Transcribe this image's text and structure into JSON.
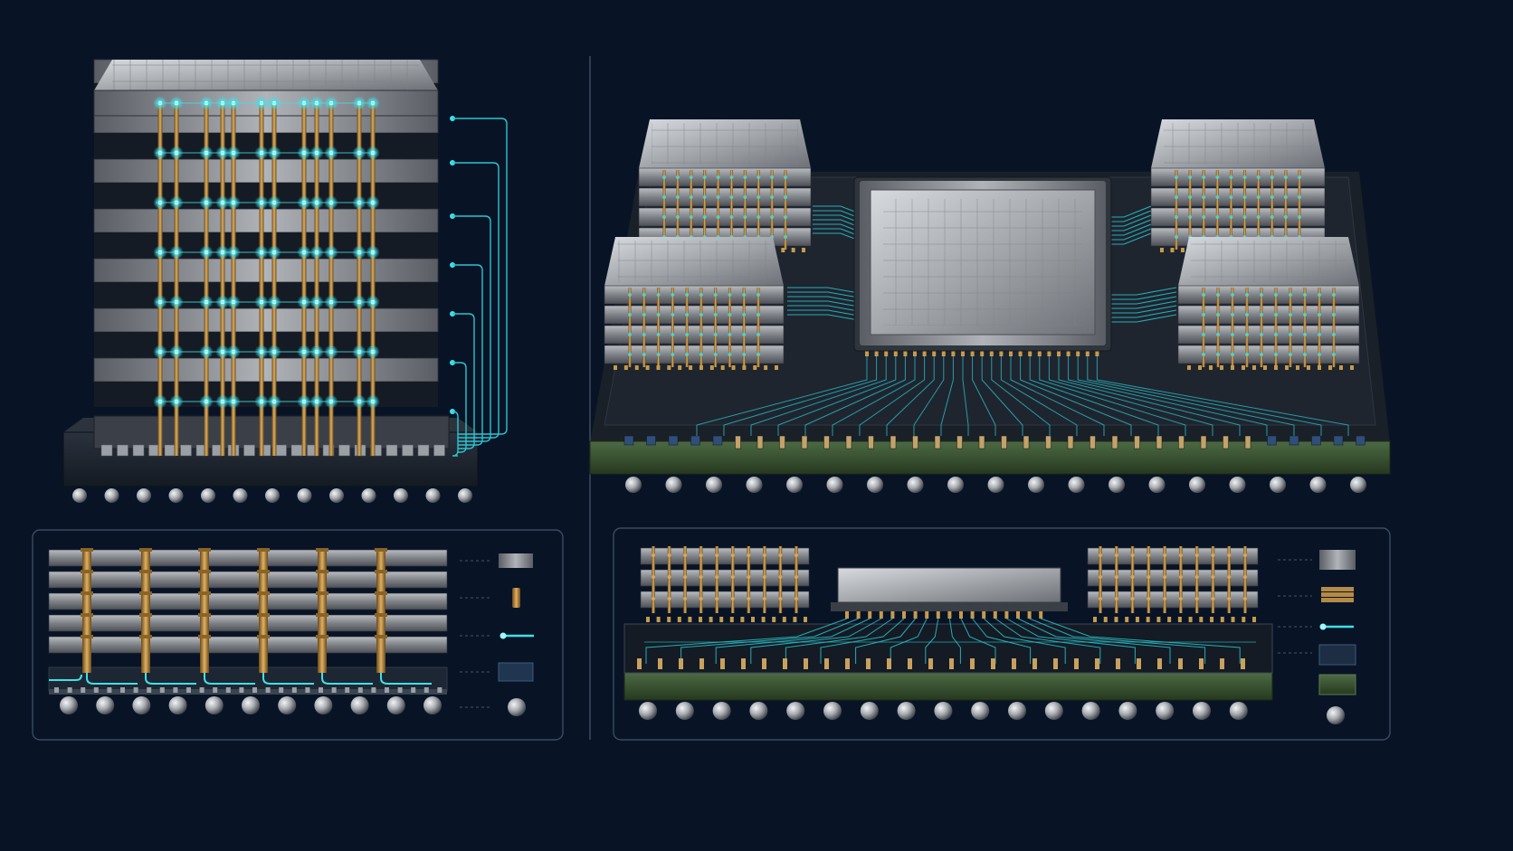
{
  "colors": {
    "background": "#081426",
    "panel_border": "#3a4a60",
    "divider": "#4a5a70",
    "silicon_light": "#c9ccd0",
    "silicon_mid": "#8e9297",
    "silicon_dark": "#4a4e54",
    "tsv_copper": "#b8893a",
    "glow_cyan": "#40e0e8",
    "trace_cyan": "#2bc4cf",
    "substrate_green": "#3f5a3a",
    "interposer_dark": "#1e2530",
    "solder_ball": "#a7abb0"
  },
  "left_stack": {
    "dram_layers": 7,
    "tsv_columns": 12,
    "solder_balls": 13,
    "side_connector_lines": 7
  },
  "package": {
    "hbm_stacks": 4,
    "stack_layers": 4,
    "solder_balls": 19,
    "interposer_bumps": 25
  },
  "left_cross_section": {
    "dram_layers": 5,
    "tsv_columns": 6,
    "solder_balls": 11,
    "legend_icons": [
      "dram-die-icon",
      "tsv-icon",
      "interconnect-icon",
      "base-die-icon",
      "solder-ball-icon"
    ]
  },
  "right_cross_section": {
    "hbm_layers": 3,
    "micro_bumps": 18,
    "solder_balls": 17,
    "legend_icons": [
      "silicon-die-icon",
      "hbm-stack-icon",
      "interposer-trace-icon",
      "interposer-icon",
      "substrate-icon",
      "solder-ball-icon"
    ]
  }
}
